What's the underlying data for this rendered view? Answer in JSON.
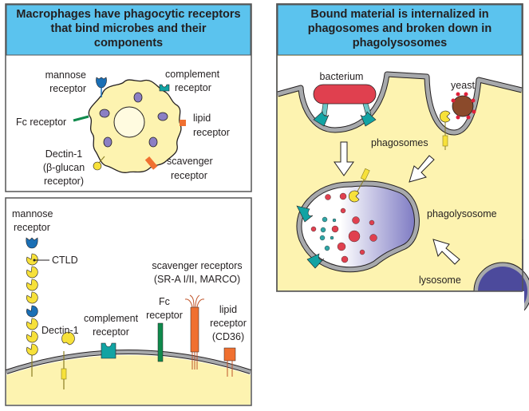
{
  "colors": {
    "header": "#5bc3ee",
    "cell": "#fdf3b0",
    "membrane": "#a7a9ac",
    "mannose": "#1a6fb5",
    "ctld": "#f7e13a",
    "complement": "#12a3a3",
    "fc": "#0f8a4c",
    "scavenger": "#f07030",
    "bacterium": "#e0404f",
    "yeast": "#8b4a2b",
    "lysosome": "#4c4a9c"
  },
  "panel_a": {
    "title_lines": [
      "Macrophages have phagocytic receptors",
      "that bind microbes and their",
      "components"
    ],
    "labels": {
      "mannose": [
        "mannose",
        "receptor"
      ],
      "complement": [
        "complement",
        "receptor"
      ],
      "fc": "Fc receptor",
      "lipid": [
        "lipid",
        "receptor"
      ],
      "dectin": [
        "Dectin-1",
        "(β-glucan",
        "receptor)"
      ],
      "scavenger": [
        "scavenger",
        "receptor"
      ]
    }
  },
  "panel_b": {
    "labels": {
      "mannose": [
        "mannose",
        "receptor"
      ],
      "ctld": "CTLD",
      "dectin": "Dectin-1",
      "complement": [
        "complement",
        "receptor"
      ],
      "fc": [
        "Fc",
        "receptor"
      ],
      "scavenger": [
        "scavenger receptors",
        "(SR-A I/II, MARCO)"
      ],
      "lipid": [
        "lipid",
        "receptor",
        "(CD36)"
      ]
    }
  },
  "panel_c": {
    "title_lines": [
      "Bound material is internalized in",
      "phagosomes and broken down in",
      "phagolysosomes"
    ],
    "labels": {
      "bacterium": "bacterium",
      "yeast": "yeast",
      "phagosomes": "phagosomes",
      "phagolysosome": "phagolysosome",
      "lysosome": "lysosome"
    }
  }
}
